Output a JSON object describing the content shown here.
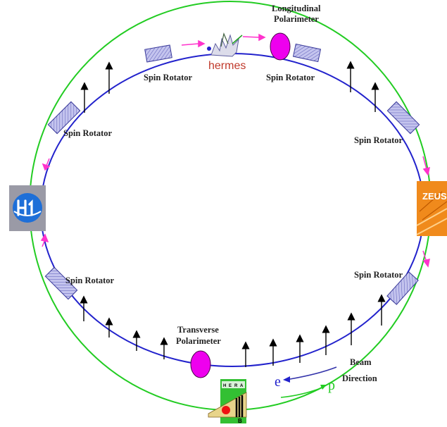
{
  "labels": {
    "spin_rotator_top_left": "Spin Rotator",
    "spin_rotator_top_right": "Spin Rotator",
    "spin_rotator_left_upper": "Spin Rotator",
    "spin_rotator_right_upper": "Spin Rotator",
    "spin_rotator_left_lower": "Spin Rotator",
    "spin_rotator_right_lower": "Spin Rotator",
    "longitudinal_line1": "Longitudinal",
    "longitudinal_line2": "Polarimeter",
    "transverse_line1": "Transverse",
    "transverse_line2": "Polarimeter",
    "beam_line1": "Beam",
    "beam_line2": "Direction",
    "electron": "e",
    "proton": "p"
  },
  "logos": {
    "hermes": "hermes",
    "zeus": "ZEUS",
    "hera_letters": [
      "H",
      "E",
      "R",
      "A"
    ],
    "hera_b": "B"
  },
  "colors": {
    "proton_ring": "#22cc22",
    "electron_ring": "#2222cc",
    "polarimeter": "#ee00ee",
    "spin_arrow": "#ff33cc",
    "rotator_fill": "#b8b8e8",
    "zeus_orange": "#f08a1c"
  },
  "icons": {
    "h1": "h1-experiment-logo",
    "zeus": "zeus-experiment-logo",
    "hermes": "hermes-experiment-logo",
    "hera_b": "hera-b-experiment-logo"
  }
}
